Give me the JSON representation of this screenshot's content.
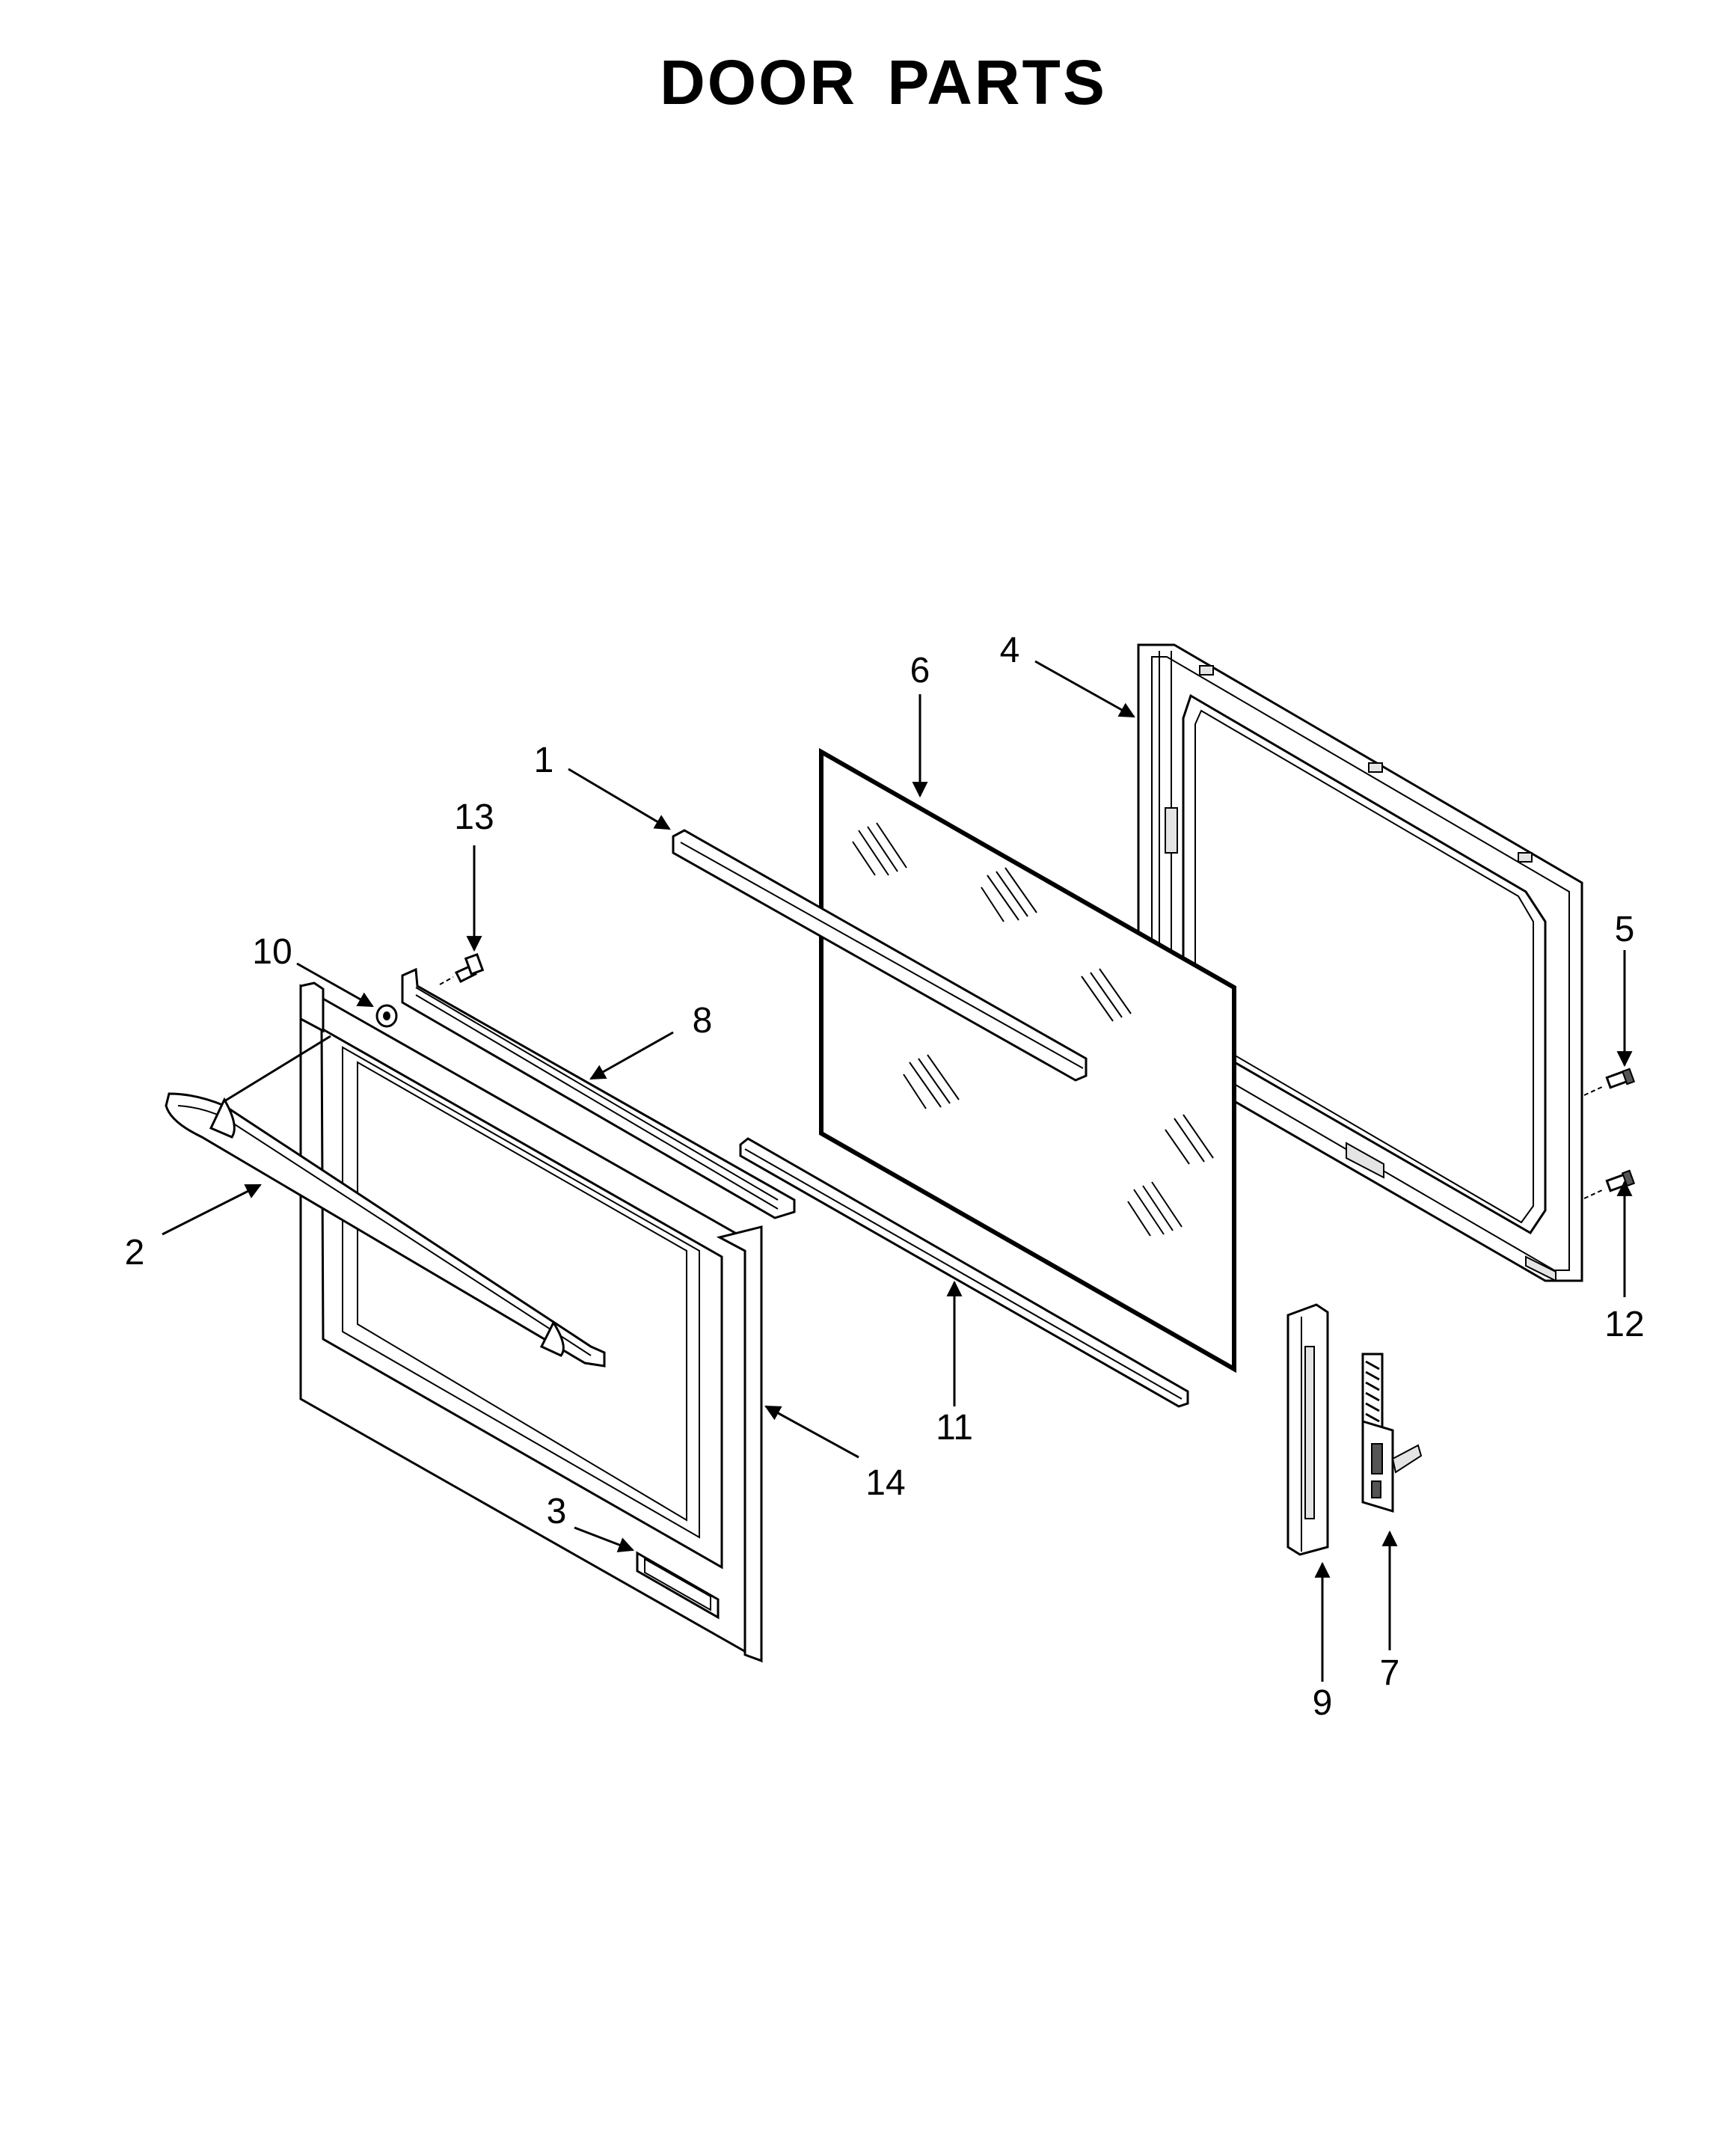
{
  "title": "DOOR PARTS",
  "callouts": [
    {
      "id": "1",
      "label": "1"
    },
    {
      "id": "2",
      "label": "2"
    },
    {
      "id": "3",
      "label": "3"
    },
    {
      "id": "4",
      "label": "4"
    },
    {
      "id": "5",
      "label": "5"
    },
    {
      "id": "6",
      "label": "6"
    },
    {
      "id": "7",
      "label": "7"
    },
    {
      "id": "8",
      "label": "8"
    },
    {
      "id": "9",
      "label": "9"
    },
    {
      "id": "10",
      "label": "10"
    },
    {
      "id": "11",
      "label": "11"
    },
    {
      "id": "12",
      "label": "12"
    },
    {
      "id": "13",
      "label": "13"
    },
    {
      "id": "14",
      "label": "14"
    }
  ]
}
